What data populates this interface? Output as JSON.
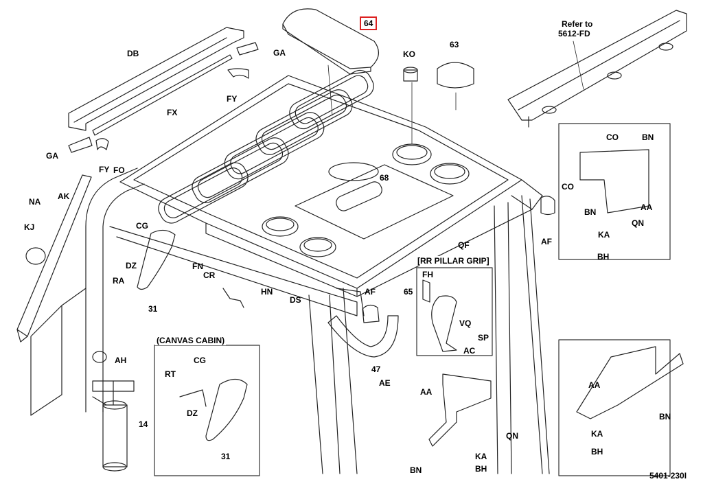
{
  "diagram": {
    "code": "5401-230I",
    "highlighted_part": "64",
    "refer_note": [
      "Refer to",
      "5612-FD"
    ],
    "insets": {
      "canvas": "(CANVAS CABIN)",
      "pillar": "[RR PILLAR GRIP]"
    },
    "labels": {
      "DB": "DB",
      "GA1": "GA",
      "FY1": "FY",
      "FX": "FX",
      "GA2": "GA",
      "FY2": "FY",
      "NA": "NA",
      "AK": "AK",
      "FO": "FO",
      "KJ": "KJ",
      "CG1": "CG",
      "DZ1": "DZ",
      "RA": "RA",
      "P31a": "31",
      "FN": "FN",
      "CR": "CR",
      "HN": "HN",
      "DS": "DS",
      "AH": "AH",
      "P14": "14",
      "P64": "64",
      "KO": "KO",
      "P63": "63",
      "P68": "68",
      "QF": "QF",
      "AF1": "AF",
      "P65": "65",
      "P47": "47",
      "AE": "AE",
      "FH": "FH",
      "VQ": "VQ",
      "SP": "SP",
      "AC": "AC",
      "RT": "RT",
      "CG2": "CG",
      "DZ2": "DZ",
      "P31b": "31",
      "CO1": "CO",
      "BN1": "BN",
      "CO2": "CO",
      "BN2": "BN",
      "AA1": "AA",
      "QN1": "QN",
      "KA1": "KA",
      "BH1": "BH",
      "AF2": "AF",
      "AA2": "AA",
      "QN2": "QN",
      "KA2": "KA",
      "BN3": "BN",
      "BH2": "BH",
      "AA3": "AA",
      "BN4": "BN",
      "KA3": "KA",
      "BH3": "BH"
    }
  }
}
